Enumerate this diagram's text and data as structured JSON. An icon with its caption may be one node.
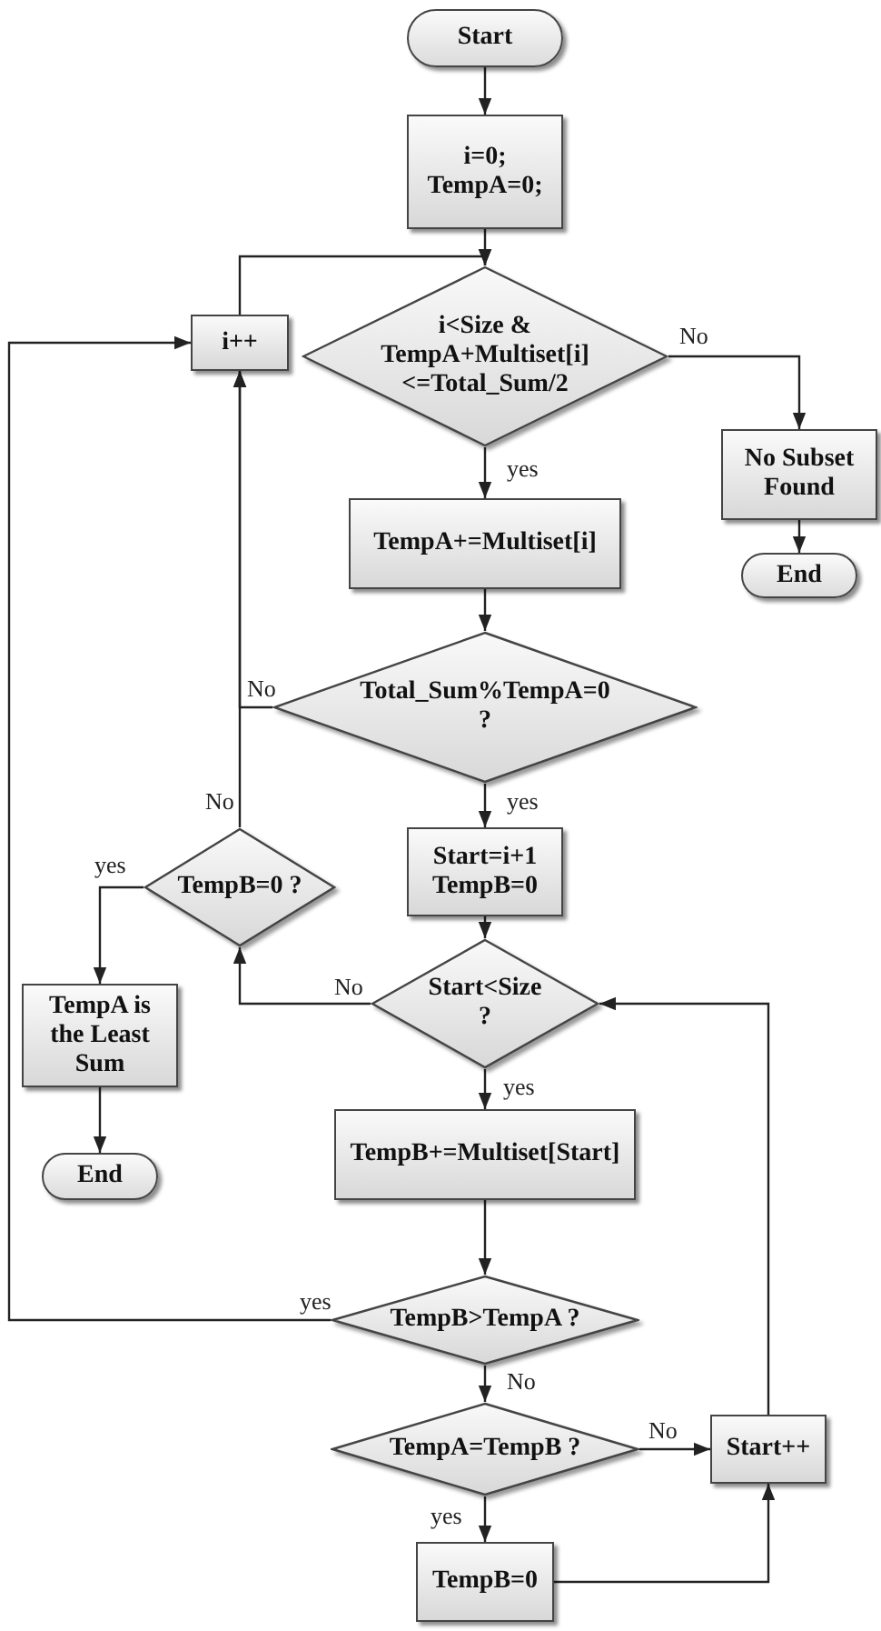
{
  "diagram": {
    "nodes": [
      {
        "text": [
          "Start"
        ]
      },
      {
        "text": [
          "i=0; TempA=0;"
        ]
      },
      {
        "text": [
          "i<Size & TempA+Multiset[i] <=Total_Sum/2"
        ]
      },
      {
        "text": [
          "i++"
        ]
      },
      {
        "text": [
          "No Subset Found"
        ]
      },
      {
        "text": [
          "End"
        ]
      },
      {
        "text": [
          "TempA+=Multiset[i]"
        ]
      },
      {
        "text": [
          "Total_Sum%TempA=0 ?"
        ]
      },
      {
        "text": [
          "Start=i+1 TempB=0"
        ]
      },
      {
        "text": [
          "TempB=0 ?"
        ]
      },
      {
        "text": [
          "Start<Size ?"
        ]
      },
      {
        "text": [
          "TempA is the Least Sum"
        ]
      },
      {
        "text": [
          "End"
        ]
      },
      {
        "text": [
          "TempB+=Multiset[Start]"
        ]
      },
      {
        "text": [
          "TempB>TempA ?"
        ]
      },
      {
        "text": [
          "TempA=TempB ?"
        ]
      },
      {
        "text": [
          "Start++"
        ]
      },
      {
        "text": [
          "TempB=0"
        ]
      }
    ],
    "edges": [
      {
        "from": 0,
        "to": 1,
        "arrow": "to"
      },
      {
        "from": 1,
        "to": 2,
        "arrow": "to"
      },
      {
        "from": 2,
        "to": 4,
        "arrow": "to",
        "label": "No"
      },
      {
        "from": 2,
        "to": 6,
        "arrow": "to",
        "label": "yes"
      },
      {
        "from": 4,
        "to": 5,
        "arrow": "to"
      },
      {
        "from": 6,
        "to": 7,
        "arrow": "to"
      },
      {
        "from": 7,
        "to": 3,
        "arrow": "to",
        "label": "No"
      },
      {
        "from": 7,
        "to": 8,
        "arrow": "to",
        "label": "yes"
      },
      {
        "from": 8,
        "to": 10,
        "arrow": "to"
      },
      {
        "from": 10,
        "to": 9,
        "arrow": "to",
        "label": "No"
      },
      {
        "from": 9,
        "to": 11,
        "arrow": "to",
        "label": "yes"
      },
      {
        "from": 9,
        "to": 3,
        "arrow": "to",
        "label": "No"
      },
      {
        "from": 11,
        "to": 12,
        "arrow": "to"
      },
      {
        "from": 10,
        "to": 13,
        "arrow": "to",
        "label": "yes"
      },
      {
        "from": 13,
        "to": 14,
        "arrow": "to"
      },
      {
        "from": 14,
        "to": 3,
        "arrow": "to",
        "label": "yes"
      },
      {
        "from": 14,
        "to": 15,
        "arrow": "to",
        "label": "No"
      },
      {
        "from": 15,
        "to": 16,
        "arrow": "to",
        "label": "No"
      },
      {
        "from": 15,
        "to": 17,
        "arrow": "to",
        "label": "yes"
      },
      {
        "from": 17,
        "to": 16,
        "arrow": "to"
      },
      {
        "from": 16,
        "to": 10,
        "arrow": "to"
      },
      {
        "from": 3,
        "to": 2,
        "arrow": "to"
      }
    ]
  }
}
